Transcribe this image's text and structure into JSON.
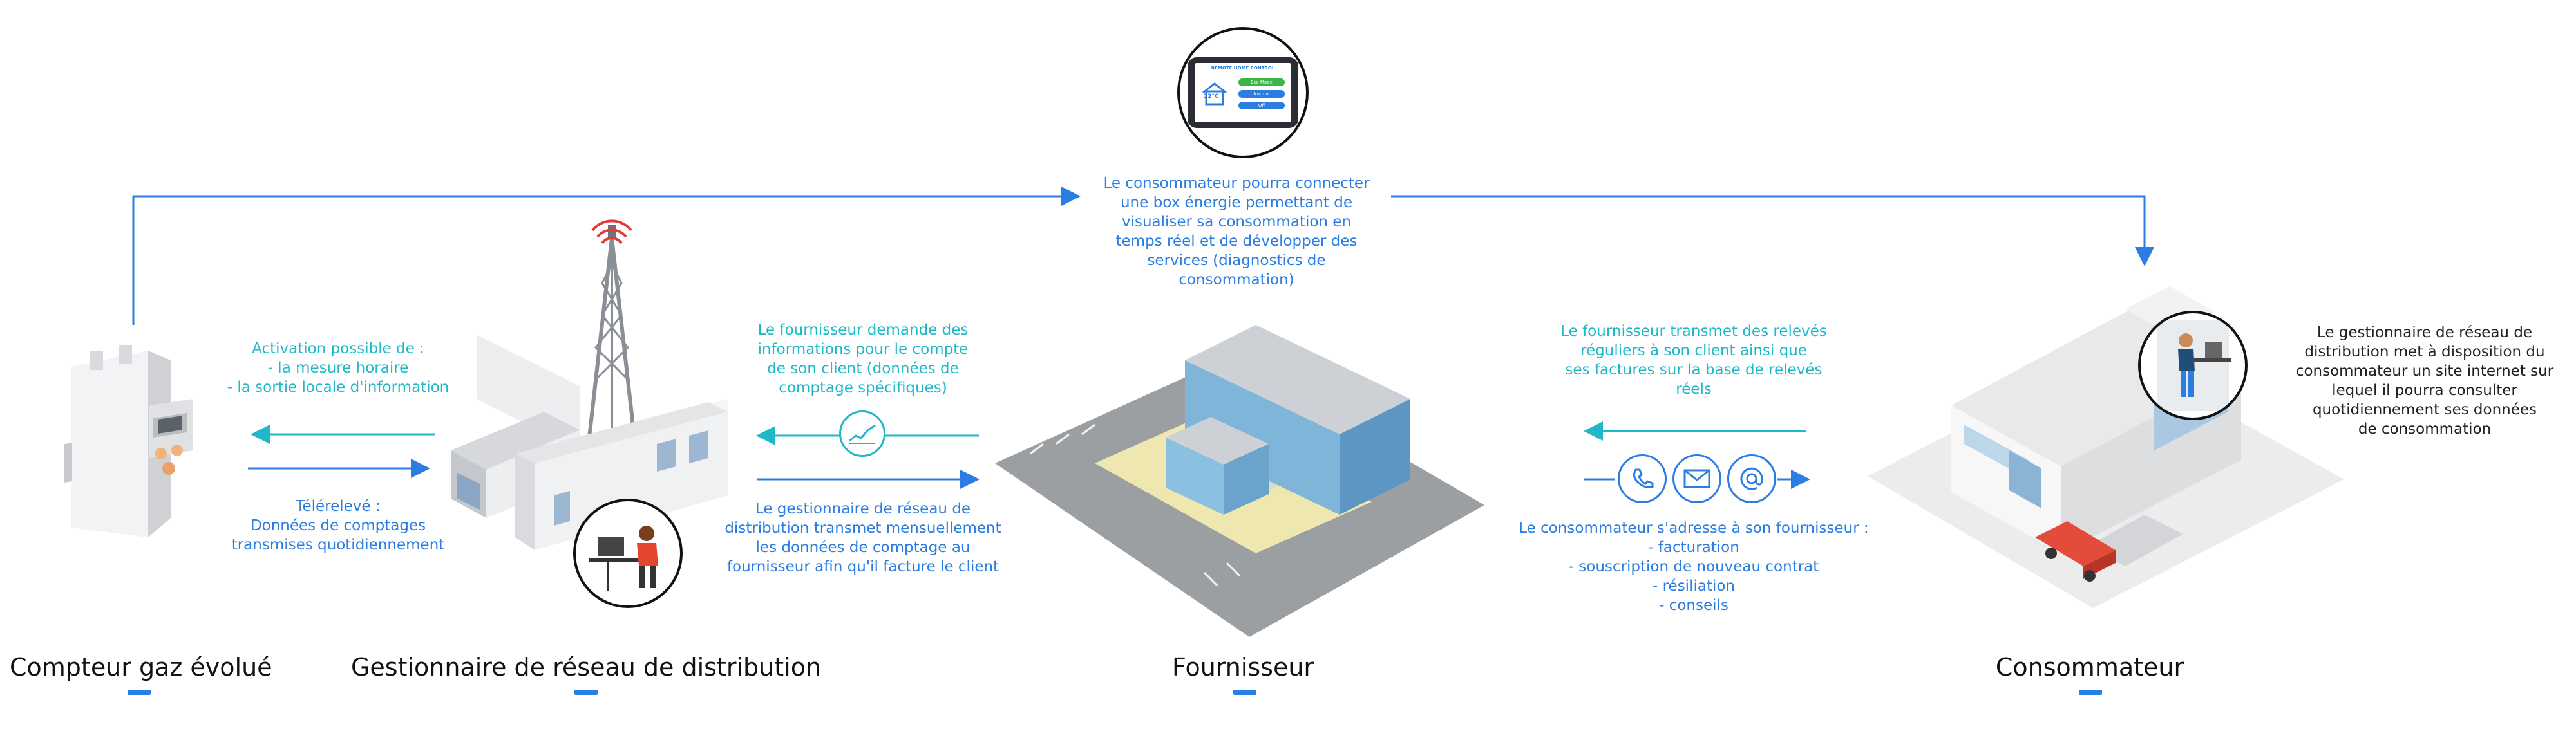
{
  "colors": {
    "accent": "#2b7de1",
    "cyan": "#1fb8c9",
    "text": "#111111"
  },
  "tablet": {
    "title": "REMOTE HOME CONTROL",
    "temp": "22°C",
    "buttons": [
      "Eco Mode",
      "Normal",
      "Off"
    ]
  },
  "actors": {
    "meter": "Compteur gaz évolué",
    "grid": "Gestionnaire de réseau de distribution",
    "supplier": "Fournisseur",
    "consumer": "Consommateur"
  },
  "texts": {
    "top_box": "Le consommateur pourra connecter\nune box énergie permettant de\nvisualiser sa consommation en\ntemps réel et de développer des\nservices (diagnostics de\nconsommation)",
    "activation": "Activation possible de :\n- la mesure horaire\n- la sortie locale d'information",
    "telereleve": "Télérelevé :\nDonnées de comptages\ntransmises quotidiennement",
    "supplier_request": "Le fournisseur demande des\ninformations pour le compte\nde son client (données de\ncomptage spécifiques)",
    "grid_transmit": "Le gestionnaire de réseau de\ndistribution transmet mensuellement\nles données de comptage au\nfournisseur afin qu'il facture le client",
    "supplier_readings": "Le fournisseur transmet des relevés\nréguliers à son client ainsi que\nses factures sur la base de relevés\nréels",
    "consumer_contacts": "Le consommateur s'adresse à son fournisseur :\n- facturation\n- souscription de nouveau contrat\n- résiliation\n- conseils",
    "website": "Le gestionnaire de réseau de\ndistribution met à disposition du\nconsommateur un site internet sur\nlequel il pourra consulter\nquotidiennement ses données\nde consommation"
  },
  "icons": [
    "chart-icon",
    "phone-icon",
    "mail-icon",
    "at-icon"
  ]
}
